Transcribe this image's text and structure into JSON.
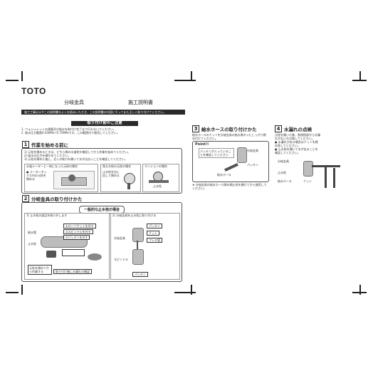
{
  "header": {
    "brand": "TOTO",
    "product": "分岐金具",
    "doc_type": "施工説明書",
    "notice_bar": "施工工事はまずこの説明書をよくお読みいただき、この説明書の内容にそってまた正しく取り付けてください。"
  },
  "precautions": {
    "title": "取り付け前のご注意",
    "items": [
      "1. ウォシュレットの通電及び給水を取付け完了まで行わないでください。",
      "2. 給水圧力範囲0.05MPa~0.75MPaです。この範囲内で使用してください。"
    ]
  },
  "step1": {
    "number": "1",
    "title": "作業を始める前に",
    "text": [
      "1) 元栓を閉めるときは、どちら側の水道栓か確認してから作業を始めてください。",
      "2) 給水の圧力を確かめてください。",
      "3) 元栓を閉めた後に、近くの蛇口を開いて水が出ないことを確認してください。"
    ],
    "panel_a": {
      "title": "水道メーターと一体になった元栓の場合",
      "note": "● メーターボックス内の元栓を閉める"
    },
    "panel_b": {
      "title": "独立水栓の元栓の場合",
      "note": "止水栓を右に回して閉める"
    },
    "panel_c": {
      "title": "マンションの場合",
      "note": "止水栓"
    }
  },
  "step2": {
    "number": "2",
    "title": "分岐金具の取り付けかた",
    "subtitle": "一般的な止水栓の場合",
    "sub_a": "1) 止水栓の部品を取り外します",
    "sub_b": "2) 分岐金具を止水栓に取り付ける",
    "labels": [
      "給水管",
      "止水栓",
      "パッキン",
      "ナット",
      "フレキ管",
      "分岐金具",
      "スピンドル",
      "パッキン",
      "ナット"
    ],
    "notes": [
      "①ローソケットを外す",
      "②スピンドルを外す",
      "③パッキンを外す",
      "元栓を閉めてから作業する",
      "取り付け後に水漏れの確認"
    ]
  },
  "step3": {
    "number": "3",
    "title": "給水ホースの取り付けかた",
    "intro": "給水ホースのナットを分岐金具の給水側ネジにしっかり締め付けてください。",
    "point": "Point!!",
    "point_text": "パッキンが入っていることを確認してください",
    "labels": [
      "分岐金具",
      "給水ホース",
      "パッキン"
    ],
    "warn": "★ 分岐金具の給水ホース側の閉止栓を開けてから使用してください。"
  },
  "step4": {
    "number": "4",
    "title": "水漏れの点検",
    "text": [
      "元栓を開いた後、各接続部から水漏れがないか点検してください。",
      "● 水漏れがある場合はナットを締め直してください。",
      "● 止水栓を開いて水が出ることを確認してください。"
    ],
    "labels": [
      "分岐金具",
      "止水栓",
      "給水ホース",
      "ナット"
    ]
  }
}
